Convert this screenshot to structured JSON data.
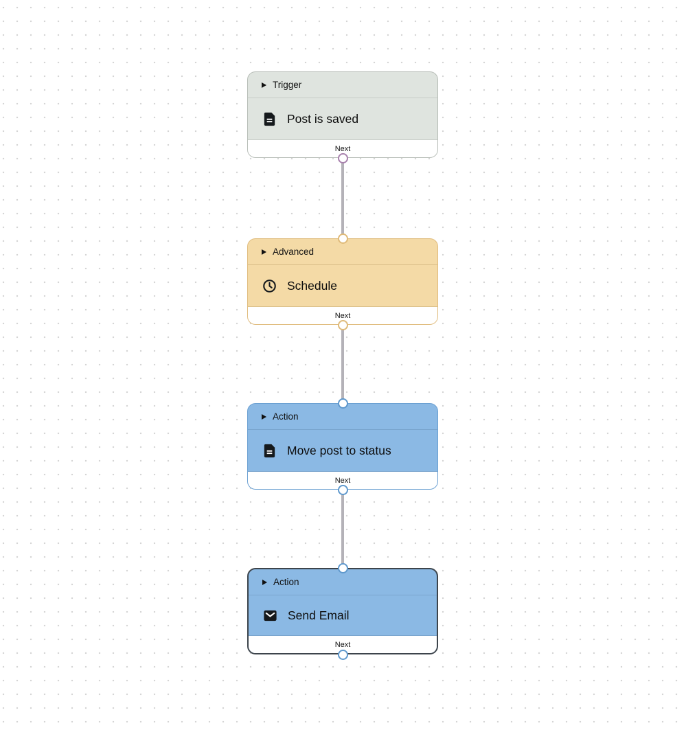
{
  "canvas": {
    "dot_color": "#d5d5d5",
    "background_color": "#ffffff"
  },
  "connector": {
    "line_color": "#b4b2b8"
  },
  "nodes": [
    {
      "category": "Trigger",
      "title": "Post is saved",
      "icon": "document-icon",
      "footer_label": "Next",
      "selected": false,
      "colors": {
        "bg": "#dfe4df",
        "border": "#b7bdb7",
        "divider": "#c7cdc7",
        "port": "#a881ad"
      }
    },
    {
      "category": "Advanced",
      "title": "Schedule",
      "icon": "clock-icon",
      "footer_label": "Next",
      "selected": false,
      "colors": {
        "bg": "#f4daa6",
        "border": "#e0bc7e",
        "divider": "#dcc08a",
        "port": "#dfba79"
      }
    },
    {
      "category": "Action",
      "title": "Move post to status",
      "icon": "document-icon",
      "footer_label": "Next",
      "selected": false,
      "colors": {
        "bg": "#8bb9e4",
        "border": "#6ba0d2",
        "divider": "#79a4cd",
        "port": "#5e98cd"
      }
    },
    {
      "category": "Action",
      "title": "Send Email",
      "icon": "envelope-icon",
      "footer_label": "Next",
      "selected": true,
      "colors": {
        "bg": "#8bb9e4",
        "border": "#3d444b",
        "divider": "#79a4cd",
        "port": "#5e98cd"
      }
    }
  ]
}
